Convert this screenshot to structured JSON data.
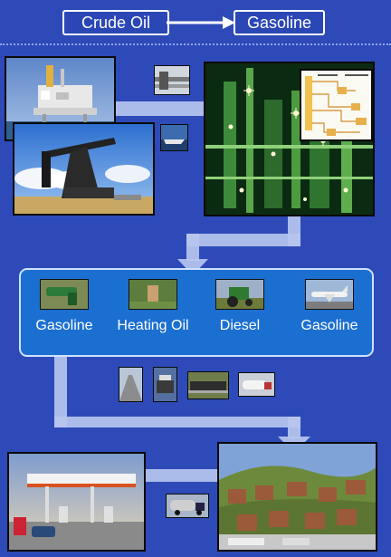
{
  "header": {
    "from_label": "Crude Oil",
    "to_label": "Gasoline"
  },
  "products": [
    {
      "label": "Gasoline"
    },
    {
      "label": "Heating Oil"
    },
    {
      "label": "Diesel"
    },
    {
      "label": "Gasoline"
    }
  ],
  "colors": {
    "background": "#2e4ab8",
    "product_panel": "#1b6fd0",
    "flow_arrow": "#b9c6ee"
  }
}
